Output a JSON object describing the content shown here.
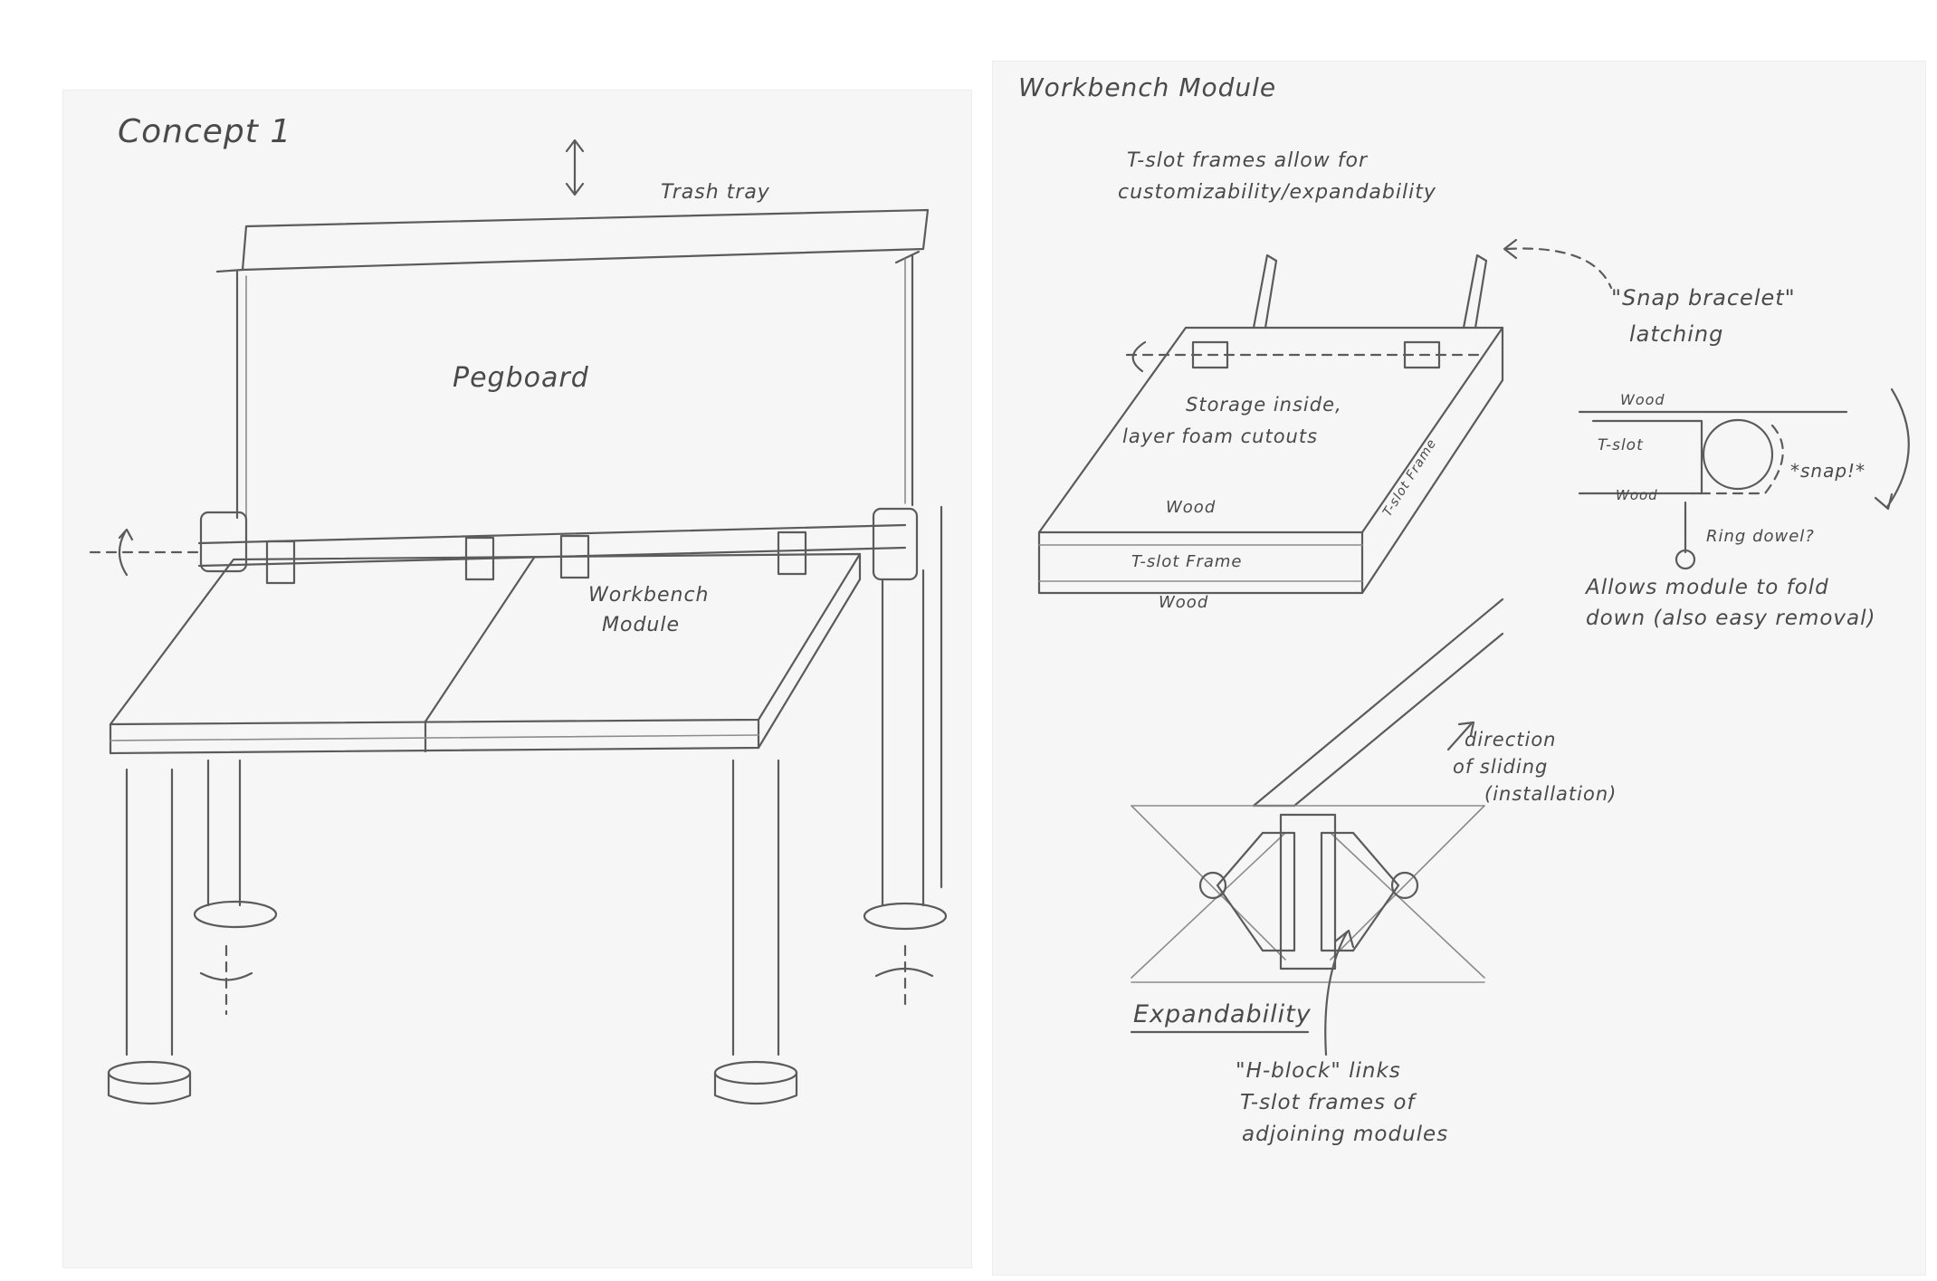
{
  "left_sheet": {
    "title": "Concept 1",
    "labels": {
      "trash_tray": "Trash tray",
      "pegboard": "Pegboard",
      "workbench_module_line1": "Workbench",
      "workbench_module_line2": "Module"
    }
  },
  "right_sheet": {
    "title": "Workbench Module",
    "labels": {
      "tslot_note_line1": "T-slot frames allow for",
      "tslot_note_line2": "customizability/expandability",
      "snap_line1": "\"Snap bracelet\"",
      "snap_line2": "latching",
      "storage_line1": "Storage inside,",
      "storage_line2": "layer foam cutouts",
      "wood_top": "Wood",
      "tslot_frame_front": "T-slot Frame",
      "tslot_frame_side": "T-slot Frame",
      "wood_bottom": "Wood",
      "detail_wood_top": "Wood",
      "detail_tslot": "T-slot",
      "detail_wood_bottom": "Wood",
      "snap_word": "*snap!*",
      "ring_dowel": "Ring dowel?",
      "fold_line1": "Allows module to fold",
      "fold_line2": "down (also easy removal)",
      "sliding_line1": "direction",
      "sliding_line2": "of sliding",
      "sliding_line3": "(installation)",
      "expandability": "Expandability",
      "hblock_line1": "\"H-block\" links",
      "hblock_line2": "T-slot frames of",
      "hblock_line3": "adjoining modules"
    }
  }
}
